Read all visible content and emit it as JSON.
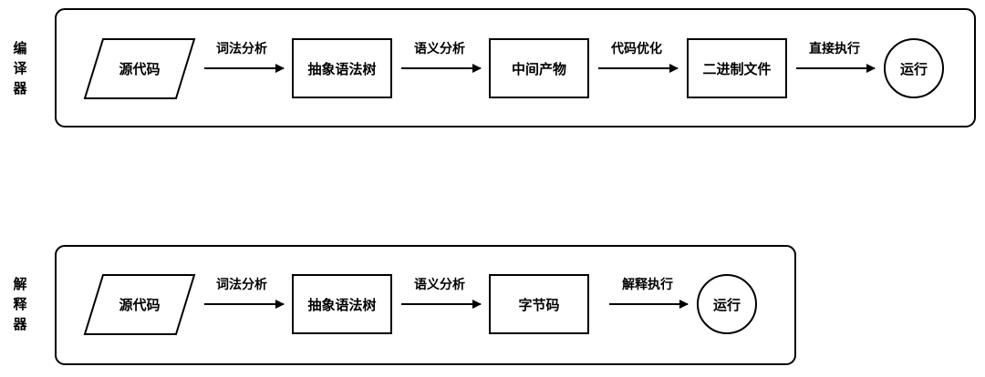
{
  "compiler": {
    "label_chars": [
      "编",
      "译",
      "器"
    ],
    "nodes": [
      "源代码",
      "抽象语法树",
      "中间产物",
      "二进制文件",
      "运行"
    ],
    "edges": [
      "词法分析",
      "语义分析",
      "代码优化",
      "直接执行"
    ]
  },
  "interpreter": {
    "label_chars": [
      "解",
      "释",
      "器"
    ],
    "nodes": [
      "源代码",
      "抽象语法树",
      "字节码",
      "运行"
    ],
    "edges": [
      "词法分析",
      "语义分析",
      "解释执行"
    ]
  }
}
